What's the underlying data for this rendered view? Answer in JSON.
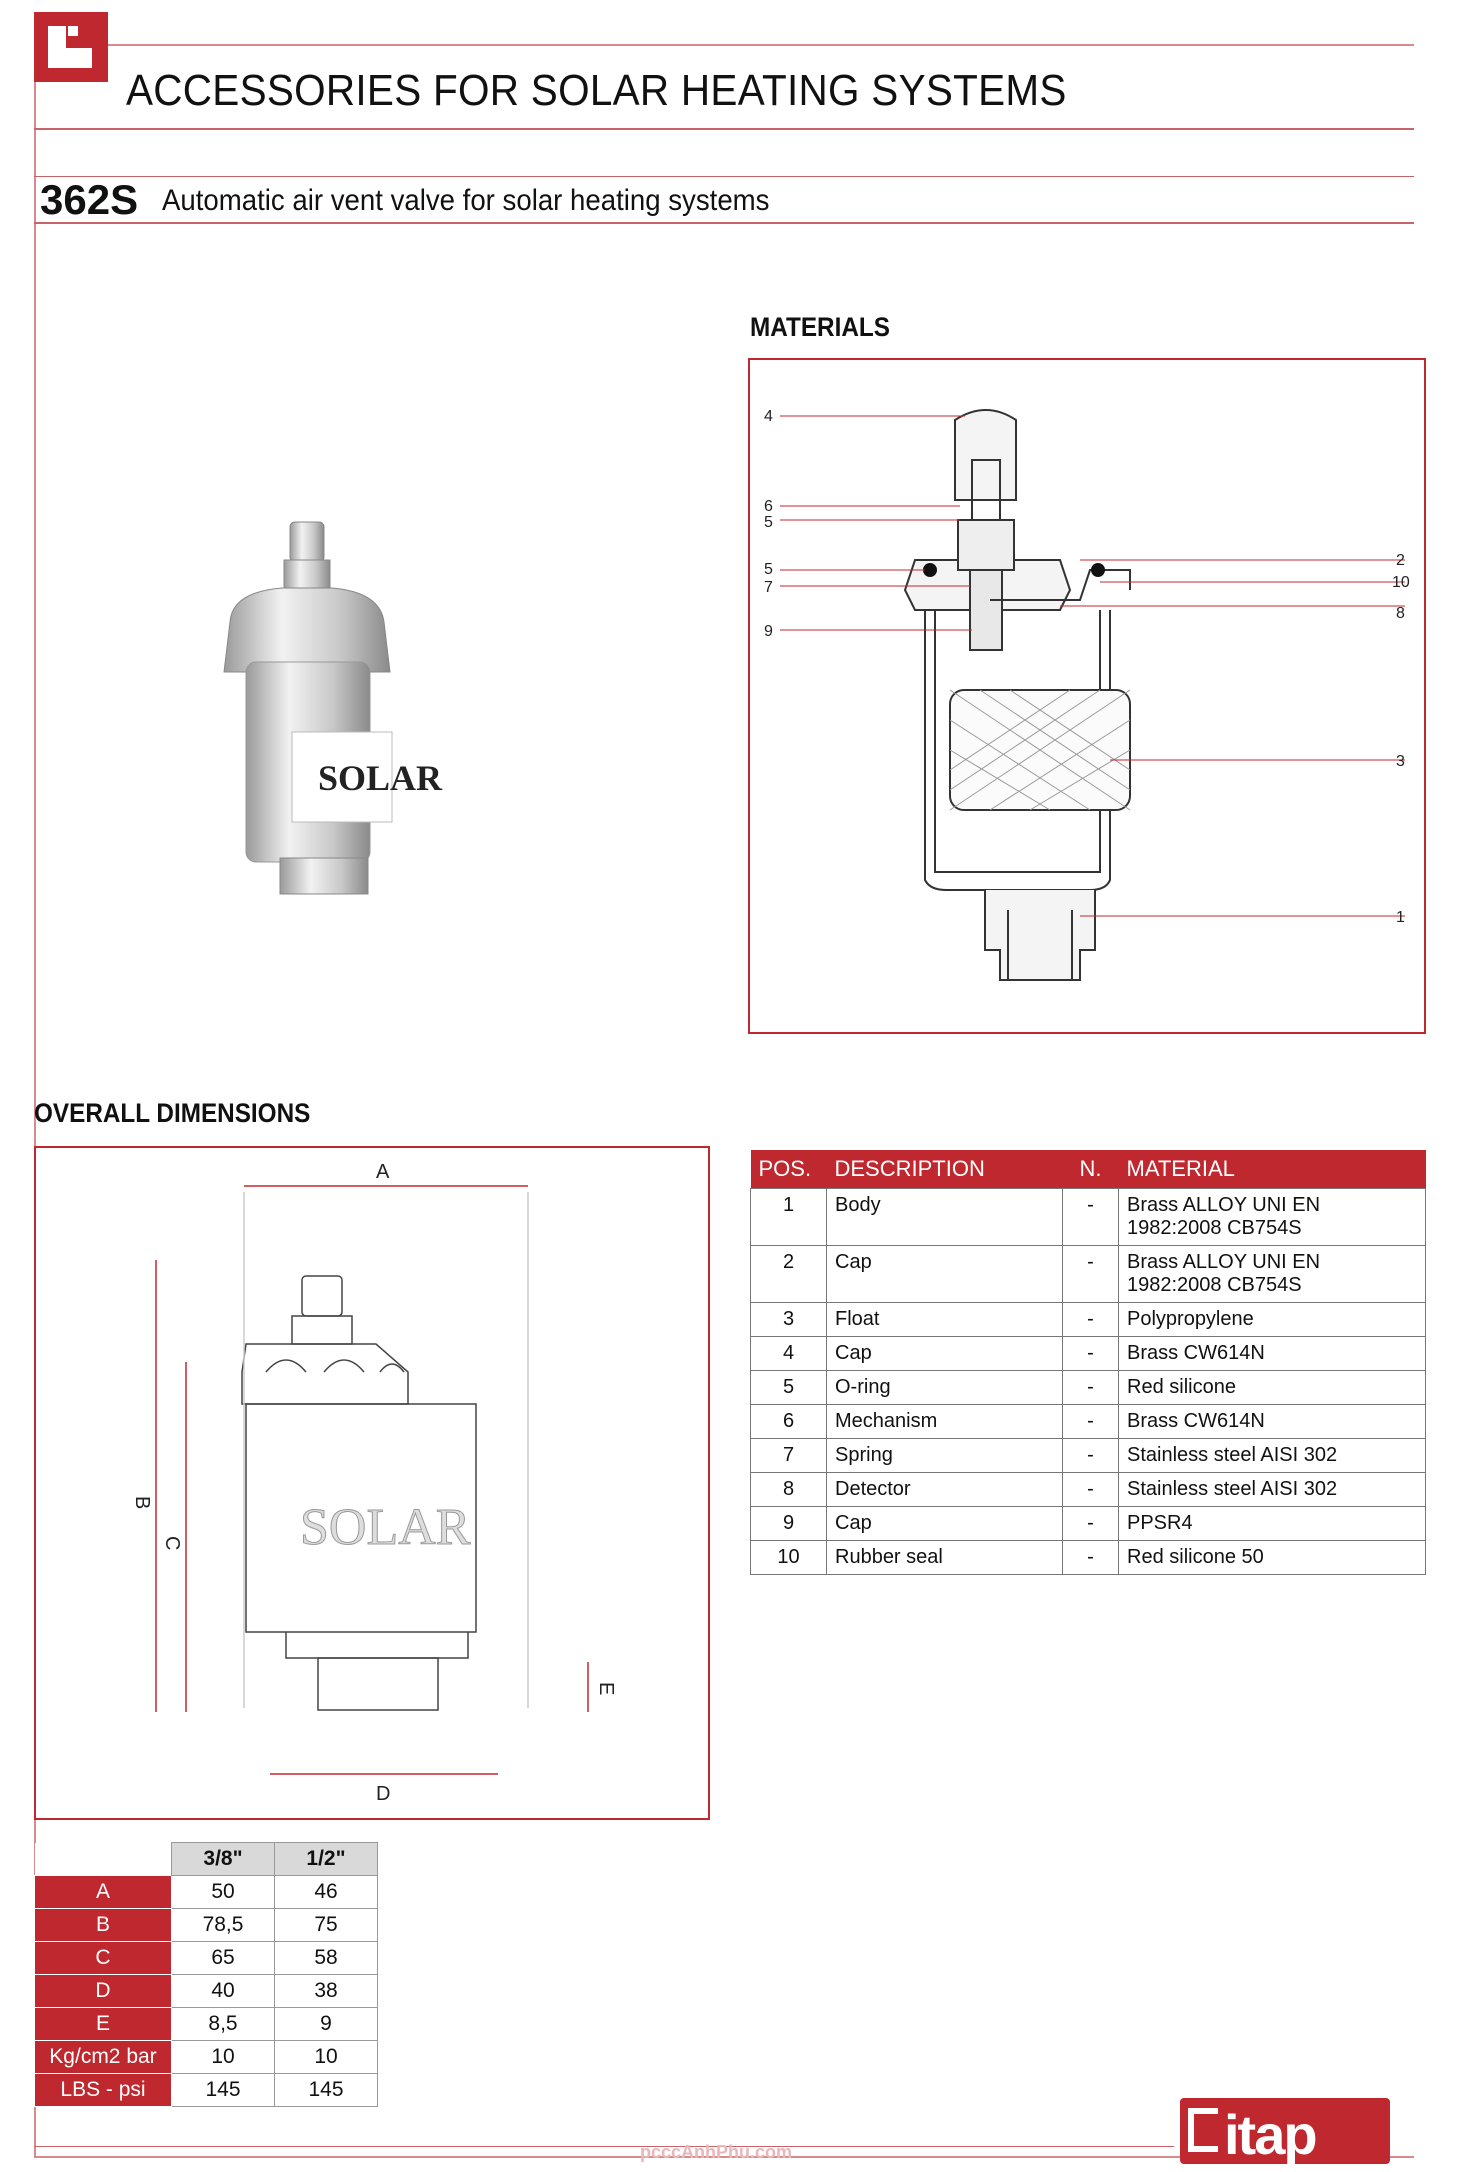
{
  "header": {
    "title": "ACCESSORIES FOR SOLAR HEATING SYSTEMS",
    "code": "362S",
    "subtitle": "Automatic air vent valve for solar heating systems"
  },
  "photo": {
    "label": "SOLAR"
  },
  "materials": {
    "heading": "MATERIALS",
    "callouts_left": [
      "4",
      "6",
      "5",
      "5",
      "7",
      "9"
    ],
    "callouts_right": [
      "2",
      "10",
      "8",
      "3",
      "1"
    ]
  },
  "dimensions": {
    "heading": "OVERALL DIMENSIONS",
    "labels": {
      "a": "A",
      "b": "B",
      "c": "C",
      "d": "D",
      "e": "E"
    },
    "drawing_label": "SOLAR"
  },
  "materials_table": {
    "headers": [
      "POS.",
      "DESCRIPTION",
      "N.",
      "MATERIAL"
    ],
    "rows": [
      {
        "pos": "1",
        "desc": "Body",
        "n": "-",
        "material": "Brass ALLOY UNI EN 1982:2008 CB754S"
      },
      {
        "pos": "2",
        "desc": "Cap",
        "n": "-",
        "material": "Brass ALLOY UNI EN 1982:2008 CB754S"
      },
      {
        "pos": "3",
        "desc": "Float",
        "n": "-",
        "material": "Polypropylene"
      },
      {
        "pos": "4",
        "desc": "Cap",
        "n": "-",
        "material": "Brass CW614N"
      },
      {
        "pos": "5",
        "desc": "O-ring",
        "n": "-",
        "material": "Red silicone"
      },
      {
        "pos": "6",
        "desc": "Mechanism",
        "n": "-",
        "material": "Brass CW614N"
      },
      {
        "pos": "7",
        "desc": "Spring",
        "n": "-",
        "material": "Stainless steel AISI 302"
      },
      {
        "pos": "8",
        "desc": "Detector",
        "n": "-",
        "material": "Stainless steel AISI 302"
      },
      {
        "pos": "9",
        "desc": "Cap",
        "n": "-",
        "material": "PPSR4"
      },
      {
        "pos": "10",
        "desc": "Rubber seal",
        "n": "-",
        "material": "Red silicone 50"
      }
    ]
  },
  "dimension_table": {
    "headers": [
      "3/8\"",
      "1/2\""
    ],
    "rows": [
      {
        "label": "A",
        "v1": "50",
        "v2": "46"
      },
      {
        "label": "B",
        "v1": "78,5",
        "v2": "75"
      },
      {
        "label": "C",
        "v1": "65",
        "v2": "58"
      },
      {
        "label": "D",
        "v1": "40",
        "v2": "38"
      },
      {
        "label": "E",
        "v1": "8,5",
        "v2": "9"
      },
      {
        "label": "Kg/cm2 bar",
        "v1": "10",
        "v2": "10"
      },
      {
        "label": "LBS - psi",
        "v1": "145",
        "v2": "145"
      }
    ]
  },
  "footer": {
    "brand": "itap",
    "watermark": "pcccAnhPhu.com"
  },
  "colors": {
    "accent": "#c0282f"
  }
}
